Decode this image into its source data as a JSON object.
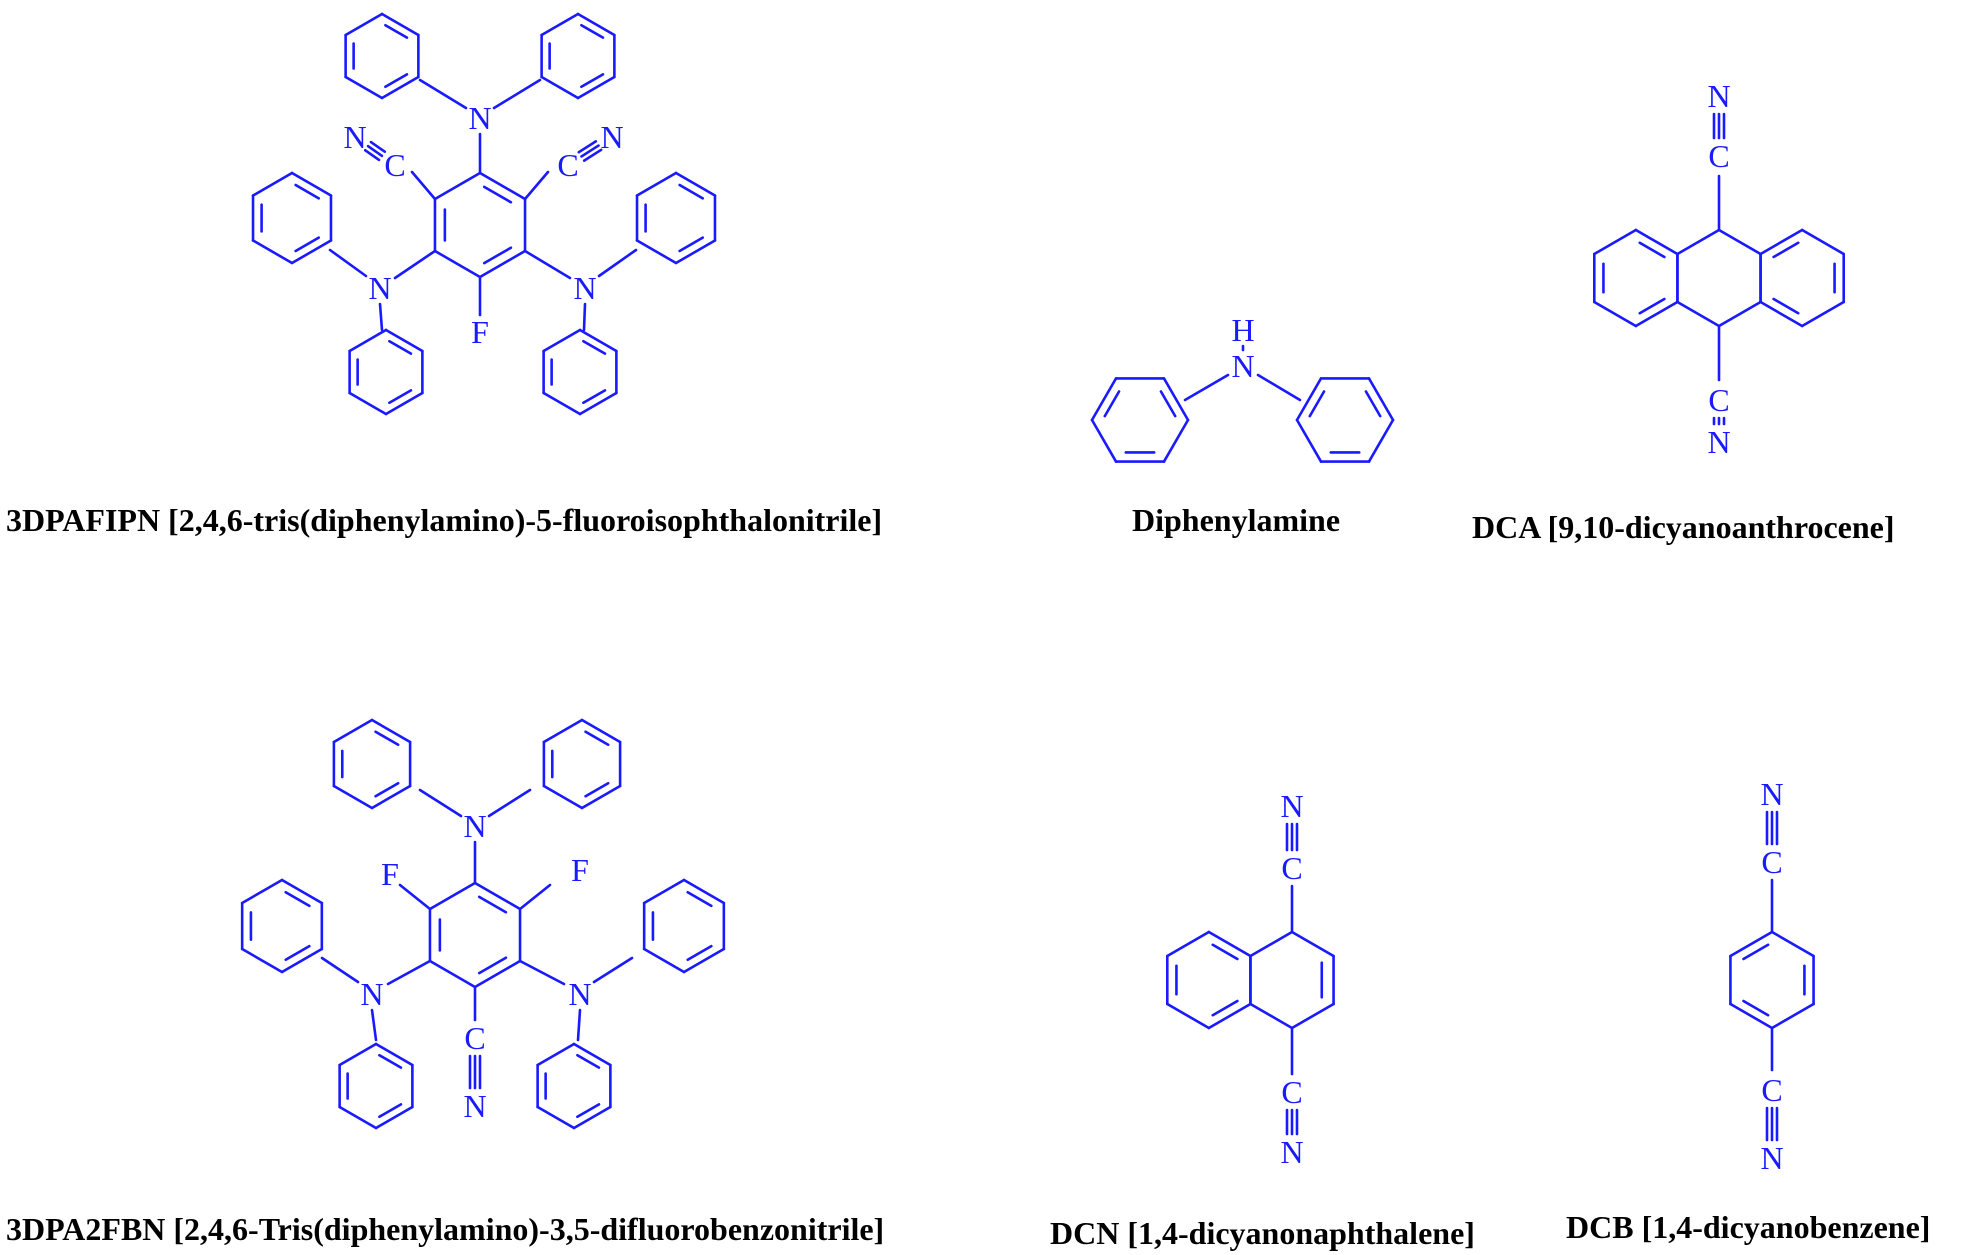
{
  "colors": {
    "structure": "#1a1aff",
    "caption": "#000000",
    "background": "#ffffff"
  },
  "atom_labels": {
    "nitrogen": "N",
    "carbon": "C",
    "fluorine": "F",
    "hydrogen": "H"
  },
  "compounds": [
    {
      "id": "3dpafipn",
      "caption": "3DPAFIPN [2,4,6-tris(diphenylamino)-5-fluoroisophthalonitrile]"
    },
    {
      "id": "diphenylamine",
      "caption": "Diphenylamine"
    },
    {
      "id": "dca",
      "caption": "DCA [9,10-dicyanoanthrocene]"
    },
    {
      "id": "3dpa2fbn",
      "caption": "3DPA2FBN [2,4,6-Tris(diphenylamino)-3,5-difluorobenzonitrile]"
    },
    {
      "id": "dcn",
      "caption": "DCN [1,4-dicyanonaphthalene]"
    },
    {
      "id": "dcb",
      "caption": "DCB [1,4-dicyanobenzene]"
    }
  ]
}
